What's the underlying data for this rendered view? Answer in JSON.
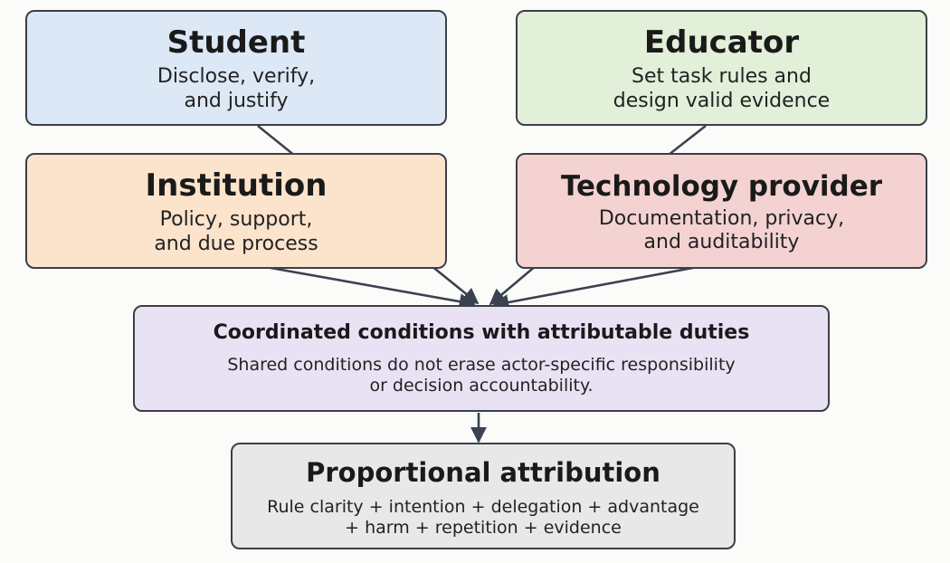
{
  "actors": {
    "student": {
      "title": "Student",
      "desc_lines": [
        "Disclose, verify,",
        "and justify"
      ],
      "color": "#dce8f5"
    },
    "educator": {
      "title": "Educator",
      "desc_lines": [
        "Set task rules and",
        "design valid evidence"
      ],
      "color": "#e2efd9"
    },
    "institution": {
      "title": "Institution",
      "desc_lines": [
        "Policy, support,",
        "and due process"
      ],
      "color": "#fce3cc"
    },
    "technology_provider": {
      "title": "Technology provider",
      "desc_lines": [
        "Documentation, privacy,",
        "and auditability"
      ],
      "color": "#f4d2d2"
    }
  },
  "coordinated": {
    "title": "Coordinated conditions with attributable duties",
    "desc_lines": [
      "Shared conditions do not erase actor-specific responsibility",
      "or decision accountability."
    ],
    "color": "#e9e2f4"
  },
  "proportional": {
    "title": "Proportional attribution",
    "desc_lines": [
      "Rule clarity + intention + delegation + advantage",
      "+ harm + repetition + evidence"
    ],
    "color": "#e8e8e8"
  },
  "colors": {
    "border": "#3c3f45",
    "arrow": "#3a4250"
  }
}
